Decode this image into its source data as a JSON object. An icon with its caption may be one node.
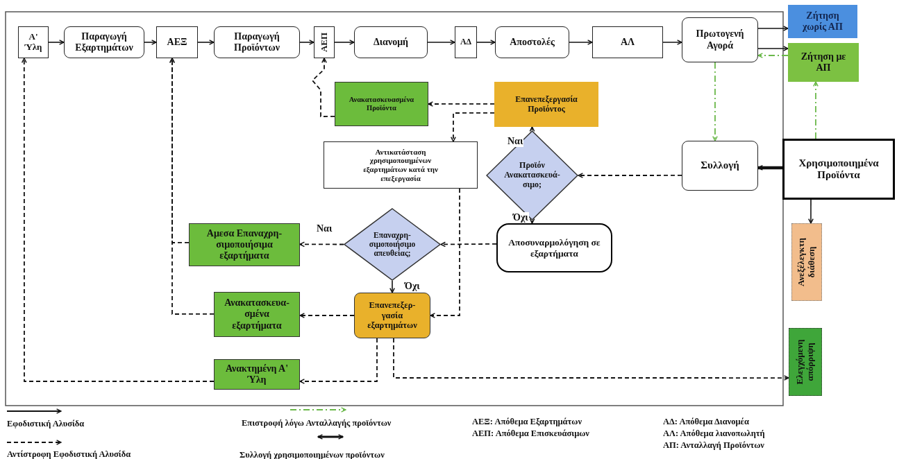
{
  "diagram": {
    "nodes": [
      {
        "text": [
          "Α' Ύλη"
        ]
      },
      {
        "text": [
          "Παραγωγή Εξαρτημάτων"
        ]
      },
      {
        "text": [
          "ΑΕΞ"
        ]
      },
      {
        "text": [
          "Παραγωγή Προϊόντων"
        ]
      },
      {
        "text": [
          "ΑΕΠ"
        ]
      },
      {
        "text": [
          "Διανομή"
        ]
      },
      {
        "text": [
          "ΑΔ"
        ]
      },
      {
        "text": [
          "Αποστολές"
        ]
      },
      {
        "text": [
          "ΑΛ"
        ]
      },
      {
        "text": [
          "Πρωτογενή Αγορά"
        ]
      },
      {
        "text": [
          "Ζήτηση χωρίς ΑΠ"
        ]
      },
      {
        "text": [
          "Ζήτηση με ΑΠ"
        ]
      },
      {
        "text": [
          "Ανακατασκευασμένα Προϊόντα"
        ]
      },
      {
        "text": [
          "Επανεπεξεργασία Προϊόντος"
        ]
      },
      {
        "text": [
          "Αντικατάσταση χρησιμοποιημένων εξαρτημάτων κατά την επεξεργασία"
        ]
      },
      {
        "text": [
          "Προϊόν Ανακατασκευά- σιμο;"
        ]
      },
      {
        "text": [
          "Συλλογή"
        ]
      },
      {
        "text": [
          "Χρησιμοποιημένα Προϊόντα"
        ]
      },
      {
        "text": [
          "Αποσυναρμολόγηση σε εξαρτήματα"
        ]
      },
      {
        "text": [
          "Επαναχρη- σιμοποιήσιμο απευθείας;"
        ]
      },
      {
        "text": [
          "Αμεσα Επαναχρη- σιμοποιήσιμα εξαρτήματα"
        ]
      },
      {
        "text": [
          "Ανακατασκευα- σμένα εξαρτήματα"
        ]
      },
      {
        "text": [
          "Επανεπεξερ- γασία εξαρτημάτων"
        ]
      },
      {
        "text": [
          "Ανακτημένη Α' Ύλη"
        ]
      },
      {
        "text": [
          "Ανεξέλεγκτη διάθεση"
        ]
      },
      {
        "text": [
          "Ελεγχόμενη απόρριψη"
        ]
      }
    ],
    "edges": [
      {
        "from": 0,
        "to": 1,
        "arrow": "to"
      },
      {
        "from": 1,
        "to": 2,
        "arrow": "to"
      },
      {
        "from": 2,
        "to": 3,
        "arrow": "to"
      },
      {
        "from": 3,
        "to": 4,
        "arrow": "to"
      },
      {
        "from": 4,
        "to": 5,
        "arrow": "to"
      },
      {
        "from": 5,
        "to": 6,
        "arrow": "to"
      },
      {
        "from": 6,
        "to": 7,
        "arrow": "to"
      },
      {
        "from": 7,
        "to": 8,
        "arrow": "to"
      },
      {
        "from": 8,
        "to": 9,
        "arrow": "to"
      },
      {
        "from": 9,
        "to": 10,
        "arrow": "to"
      },
      {
        "from": 9,
        "to": 11,
        "arrow": "to"
      },
      {
        "from": 17,
        "to": 24,
        "arrow": "to"
      },
      {
        "from": 11,
        "to": 9,
        "arrow": "to",
        "style": "dashed",
        "color": "#6ab84a"
      },
      {
        "from": 9,
        "to": 16,
        "arrow": "to",
        "style": "dashed",
        "color": "#6ab84a"
      },
      {
        "from": 17,
        "to": 11,
        "arrow": "to",
        "style": "dashed",
        "color": "#6ab84a"
      },
      {
        "from": 17,
        "to": 16,
        "arrow": "to",
        "style": "thick"
      },
      {
        "from": 16,
        "to": 15,
        "arrow": "to",
        "style": "dashed"
      },
      {
        "from": 15,
        "to": 13,
        "arrow": "to",
        "label": "Ναι"
      },
      {
        "from": 15,
        "to": 18,
        "arrow": "to",
        "label": "Όχι"
      },
      {
        "from": 13,
        "to": 12,
        "arrow": "to",
        "style": "dashed"
      },
      {
        "from": 12,
        "to": 4,
        "arrow": "to",
        "style": "dashed"
      },
      {
        "from": 13,
        "to": 14,
        "arrow": "to",
        "style": "dashed"
      },
      {
        "from": 18,
        "to": 19,
        "arrow": "to",
        "style": "dashed"
      },
      {
        "from": 19,
        "to": 20,
        "arrow": "to",
        "style": "dashed",
        "label": "Ναι"
      },
      {
        "from": 19,
        "to": 22,
        "arrow": "to",
        "label": "Όχι"
      },
      {
        "from": 14,
        "to": 22,
        "arrow": "to",
        "style": "dashed"
      },
      {
        "from": 22,
        "to": 21,
        "arrow": "to",
        "style": "dashed"
      },
      {
        "from": 22,
        "to": 23,
        "arrow": "to",
        "style": "dashed"
      },
      {
        "from": 22,
        "to": 25,
        "arrow": "to",
        "style": "dashed"
      },
      {
        "from": 20,
        "to": 2,
        "arrow": "to",
        "style": "dashed"
      },
      {
        "from": 21,
        "to": 2,
        "arrow": "to",
        "style": "dashed"
      },
      {
        "from": 23,
        "to": 0,
        "arrow": "to",
        "style": "dashed"
      }
    ],
    "labels": [
      "ΑΕΞ: Απόθεμα Εξαρτημάτων",
      "ΑΕΠ: Απόθεμα Επισκευάσιμων",
      "ΑΔ: Απόθεμα Διανομέα",
      "ΑΛ: Απόθεμα λιανοπωλητή",
      "ΑΠ: Ανταλλαγή Προϊόντων"
    ],
    "legend": [
      {
        "text": "Εφοδιστική Αλυσίδα"
      },
      {
        "text": "Αντίστροφη Εφοδιστική Αλυσίδα"
      },
      {
        "text": "Επιστροφή λόγω Ανταλλαγής προϊόντων"
      },
      {
        "text": "Συλλογή χρησιμοποιημένων προϊόντων"
      }
    ]
  }
}
